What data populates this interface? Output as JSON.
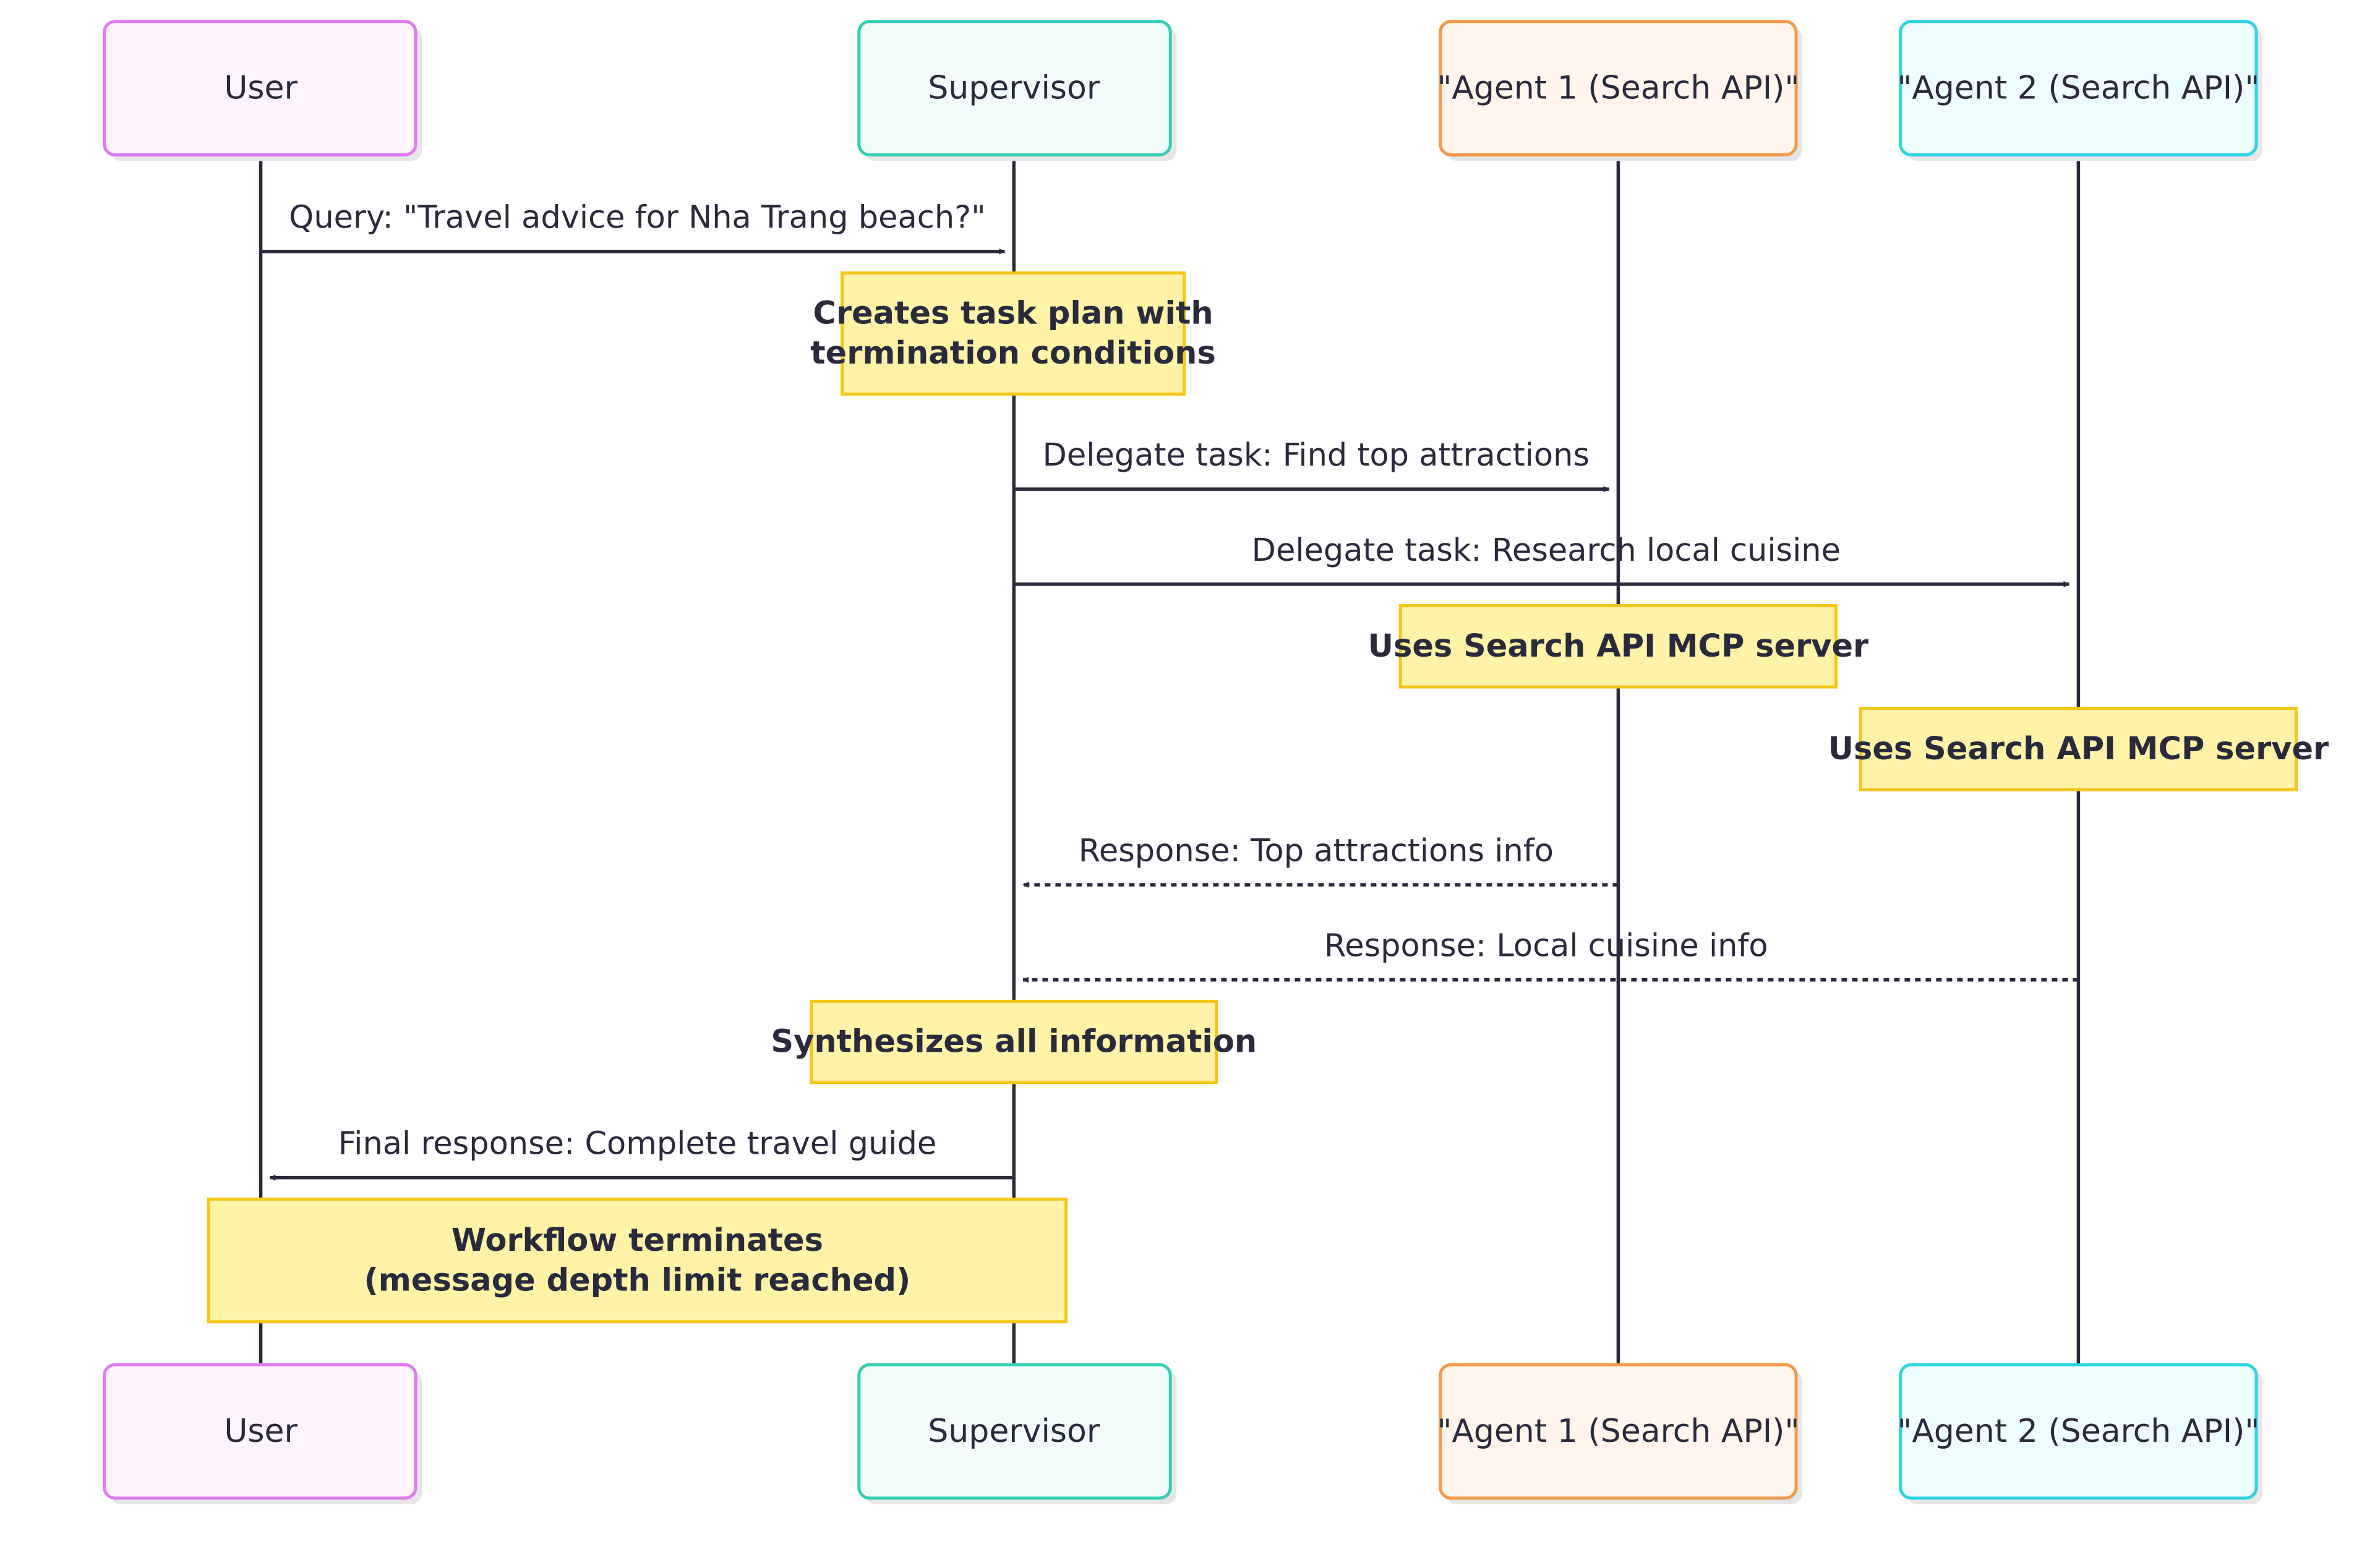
{
  "actors": [
    {
      "id": "user",
      "label": "User",
      "fill": "#fdf4fe",
      "stroke": "#e07af0"
    },
    {
      "id": "supervisor",
      "label": "Supervisor",
      "fill": "#effcfa",
      "stroke": "#36cdb6"
    },
    {
      "id": "agent1",
      "label": "\"Agent 1 (Search API)\"",
      "fill": "#fff5ec",
      "stroke": "#f2994a"
    },
    {
      "id": "agent2",
      "label": "\"Agent 2 (Search API)\"",
      "fill": "#edfcfd",
      "stroke": "#2ed3e6"
    }
  ],
  "messages": [
    {
      "from": "user",
      "to": "supervisor",
      "label": "Query: \"Travel advice for Nha Trang beach?\"",
      "style": "solid"
    },
    {
      "from": "supervisor",
      "to": "agent1",
      "label": "Delegate task: Find top attractions",
      "style": "solid"
    },
    {
      "from": "supervisor",
      "to": "agent2",
      "label": "Delegate task: Research local cuisine",
      "style": "solid"
    },
    {
      "from": "agent1",
      "to": "supervisor",
      "label": "Response: Top attractions info",
      "style": "dotted"
    },
    {
      "from": "agent2",
      "to": "supervisor",
      "label": "Response: Local cuisine info",
      "style": "dotted"
    },
    {
      "from": "supervisor",
      "to": "user",
      "label": "Final response: Complete travel guide",
      "style": "solid"
    }
  ],
  "notes": [
    {
      "over": "supervisor",
      "lines": [
        "Creates task plan with",
        "termination conditions"
      ]
    },
    {
      "over": "agent1",
      "lines": [
        "Uses Search API MCP server"
      ]
    },
    {
      "over": "agent2",
      "lines": [
        "Uses Search API MCP server"
      ]
    },
    {
      "over": "supervisor",
      "lines": [
        "Synthesizes all information"
      ]
    },
    {
      "over": "user,supervisor",
      "lines": [
        "Workflow terminates",
        "(message depth limit reached)"
      ]
    }
  ],
  "colors": {
    "line": "#2a2a3c",
    "note_fill": "#fff3a8",
    "note_stroke": "#f5c518"
  }
}
